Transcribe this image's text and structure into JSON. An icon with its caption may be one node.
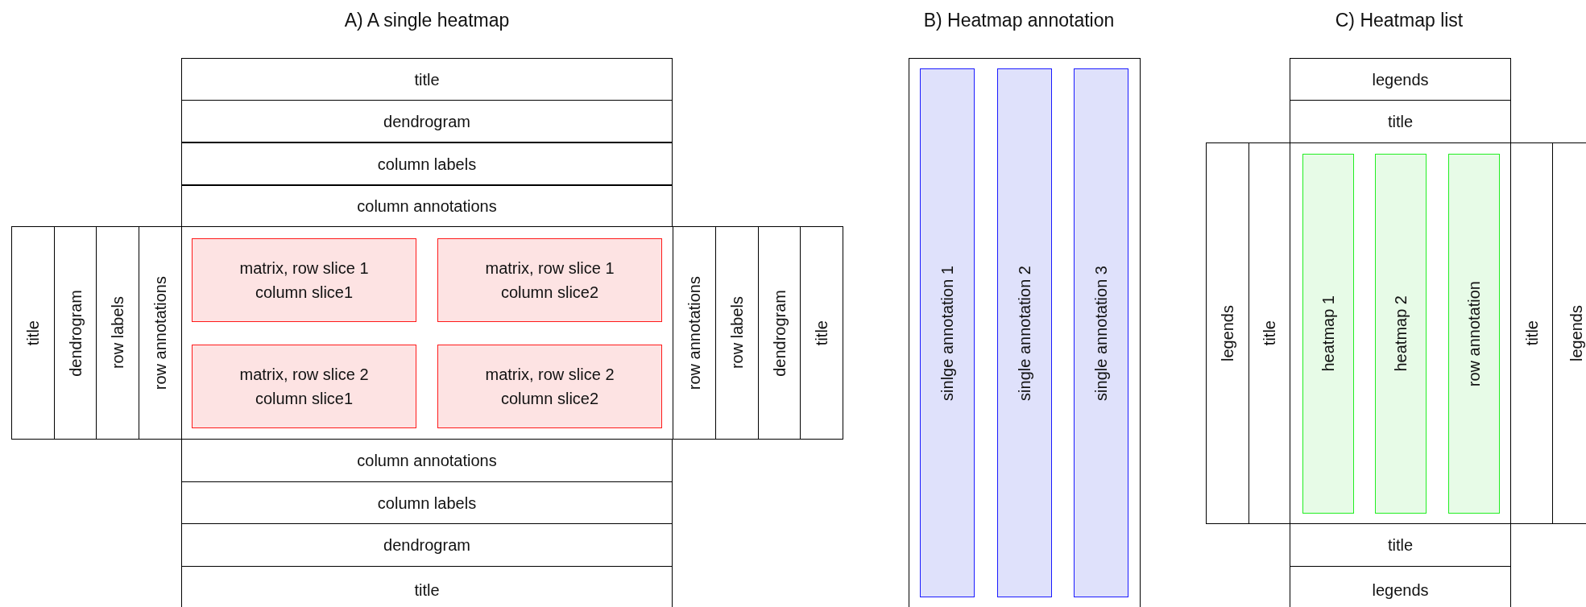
{
  "diagram": {
    "nodes": [
      {
        "text": [
          "title"
        ]
      },
      {
        "text": [
          "dendrogram"
        ]
      },
      {
        "text": [
          "column labels"
        ]
      },
      {
        "text": [
          "column annotations"
        ]
      },
      {
        "text": [
          "title"
        ]
      },
      {
        "text": [
          "dendrogram"
        ]
      },
      {
        "text": [
          "row labels"
        ]
      },
      {
        "text": [
          "row annotations"
        ]
      },
      {
        "text": [],
        "shape": "box"
      },
      {
        "text": [
          "matrix, row slice 1 column slice1"
        ],
        "in": 8
      },
      {
        "text": [
          "matrix, row slice 1 column slice2"
        ],
        "in": 8
      },
      {
        "text": [
          "matrix, row slice 2 column slice1"
        ],
        "in": 8
      },
      {
        "text": [
          "matrix, row slice 2 column slice2"
        ],
        "in": 8
      },
      {
        "text": [
          "row annotations"
        ]
      },
      {
        "text": [
          "row labels"
        ]
      },
      {
        "text": [
          "dendrogram"
        ]
      },
      {
        "text": [
          "title"
        ]
      },
      {
        "text": [
          "column annotations"
        ]
      },
      {
        "text": [
          "column labels"
        ]
      },
      {
        "text": [
          "dendrogram"
        ]
      },
      {
        "text": [
          "title"
        ]
      },
      {
        "text": [],
        "shape": "box"
      },
      {
        "text": [
          "sinlge annotation 1"
        ],
        "in": 21
      },
      {
        "text": [
          "single annotation 2"
        ],
        "in": 21
      },
      {
        "text": [
          "single annotation 3"
        ],
        "in": 21
      },
      {
        "text": [
          "legends"
        ]
      },
      {
        "text": [
          "title"
        ]
      },
      {
        "text": [
          "legends"
        ]
      },
      {
        "text": [
          "title"
        ]
      },
      {
        "text": [],
        "shape": "box"
      },
      {
        "text": [
          "heatmap 1"
        ],
        "in": 29
      },
      {
        "text": [
          "heatmap 2"
        ],
        "in": 29
      },
      {
        "text": [
          "row annotation"
        ],
        "in": 29
      },
      {
        "text": [
          "title"
        ]
      },
      {
        "text": [
          "legends"
        ]
      },
      {
        "text": [
          "title"
        ]
      },
      {
        "text": [
          "legends"
        ]
      }
    ],
    "edges": [],
    "labels": [
      "A) A single heatmap",
      "B) Heatmap annotation",
      "C) Heatmap list"
    ]
  }
}
